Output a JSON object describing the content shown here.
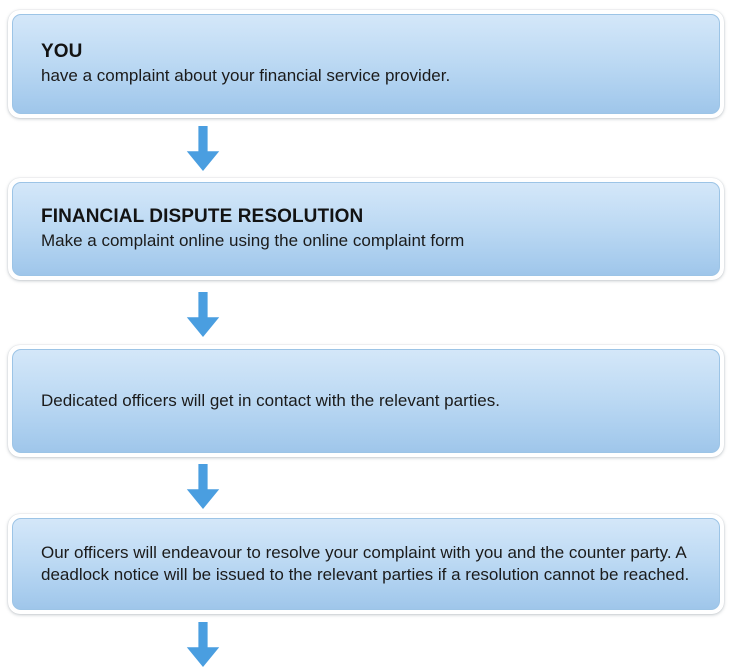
{
  "diagram": {
    "title": "Financial dispute complaint process flow",
    "orientation": "vertical-top-to-bottom",
    "colors": {
      "box_gradient_top": "#d4e7f9",
      "box_gradient_bottom": "#9fc6ea",
      "box_border": "#9cc4e6",
      "box_outer_ring": "#ffffff",
      "arrow": "#4a9ee0",
      "text": "#131313",
      "background": "#ffffff"
    },
    "steps": [
      {
        "id": "step-you",
        "title": "YOU",
        "body": "have a complaint about your financial service provider."
      },
      {
        "id": "step-financial-dispute-resolution",
        "title": "FINANCIAL DISPUTE RESOLUTION",
        "body": "Make a complaint online using the online complaint form"
      },
      {
        "id": "step-dedicated-officers",
        "title": "",
        "body": "Dedicated officers will get in contact with the relevant parties."
      },
      {
        "id": "step-endeavour-resolve",
        "title": "",
        "body": "Our officers will endeavour to resolve your complaint with you and the counter party. A deadlock notice will be issued to the relevant parties if a resolution cannot be reached."
      }
    ],
    "connectors": [
      {
        "id": "connector-1",
        "icon": "arrow-down-icon"
      },
      {
        "id": "connector-2",
        "icon": "arrow-down-icon"
      },
      {
        "id": "connector-3",
        "icon": "arrow-down-icon"
      },
      {
        "id": "connector-4",
        "icon": "arrow-down-icon"
      }
    ]
  }
}
